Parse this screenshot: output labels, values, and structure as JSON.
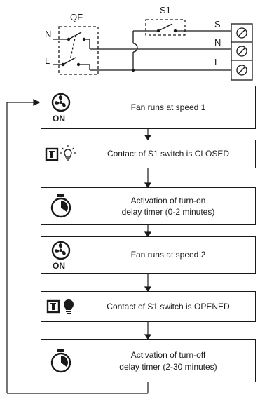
{
  "wiring": {
    "breaker_label": "QF",
    "switch_label": "S1",
    "left_line_labels": [
      "N",
      "L"
    ],
    "terminal_labels": [
      "S",
      "N",
      "L"
    ]
  },
  "flow": {
    "steps": [
      {
        "icon": "fan-on-icon",
        "icon_text": "ON",
        "text": "Fan runs at speed 1"
      },
      {
        "icon": "switch-lamp-on-icon",
        "text": "Contact of S1 switch is CLOSED"
      },
      {
        "icon": "timer-icon",
        "text": "Activation of turn-on\ndelay timer (0-2 minutes)"
      },
      {
        "icon": "fan-on-icon",
        "icon_text": "ON",
        "text": "Fan runs at speed 2"
      },
      {
        "icon": "switch-lamp-off-icon",
        "text": "Contact of S1 switch is OPENED"
      },
      {
        "icon": "timer-icon",
        "text": "Activation of turn-off\ndelay timer (2-30 minutes)"
      }
    ]
  }
}
